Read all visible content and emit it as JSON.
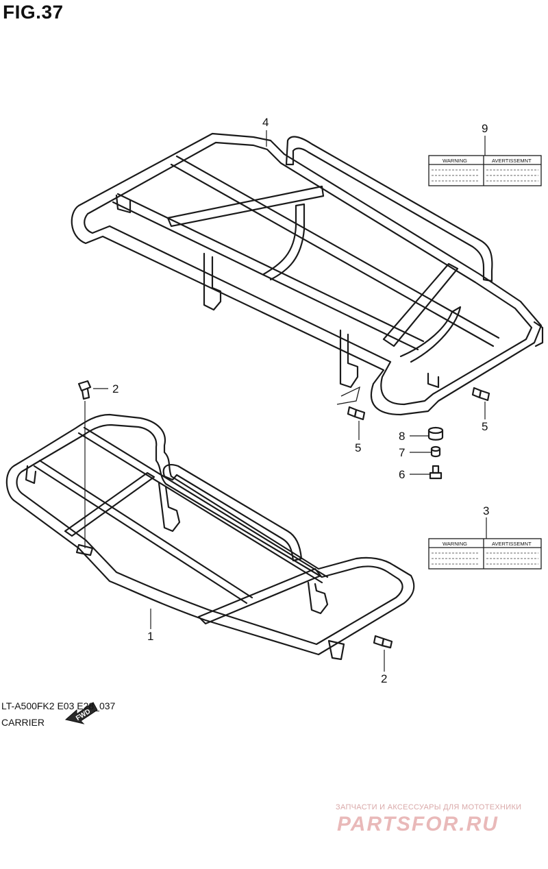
{
  "figure": {
    "title": "FIG.37",
    "model_code": "LT-A500FK2 E03 E28_037",
    "caption": "CARRIER"
  },
  "callouts": {
    "c1": "1",
    "c2a": "2",
    "c2b": "2",
    "c3": "3",
    "c4": "4",
    "c5a": "5",
    "c5b": "5",
    "c6": "6",
    "c7": "7",
    "c8": "8",
    "c9": "9"
  },
  "labels": {
    "warning": "WARNING",
    "avertissement": "AVERTISSEMNT"
  },
  "fwd": "FWD",
  "watermark": {
    "line1": "ЗАПЧАСТИ И АКСЕССУАРЫ ДЛЯ МОТОТЕХНИКИ",
    "line2": "PARTSFOR.RU"
  }
}
